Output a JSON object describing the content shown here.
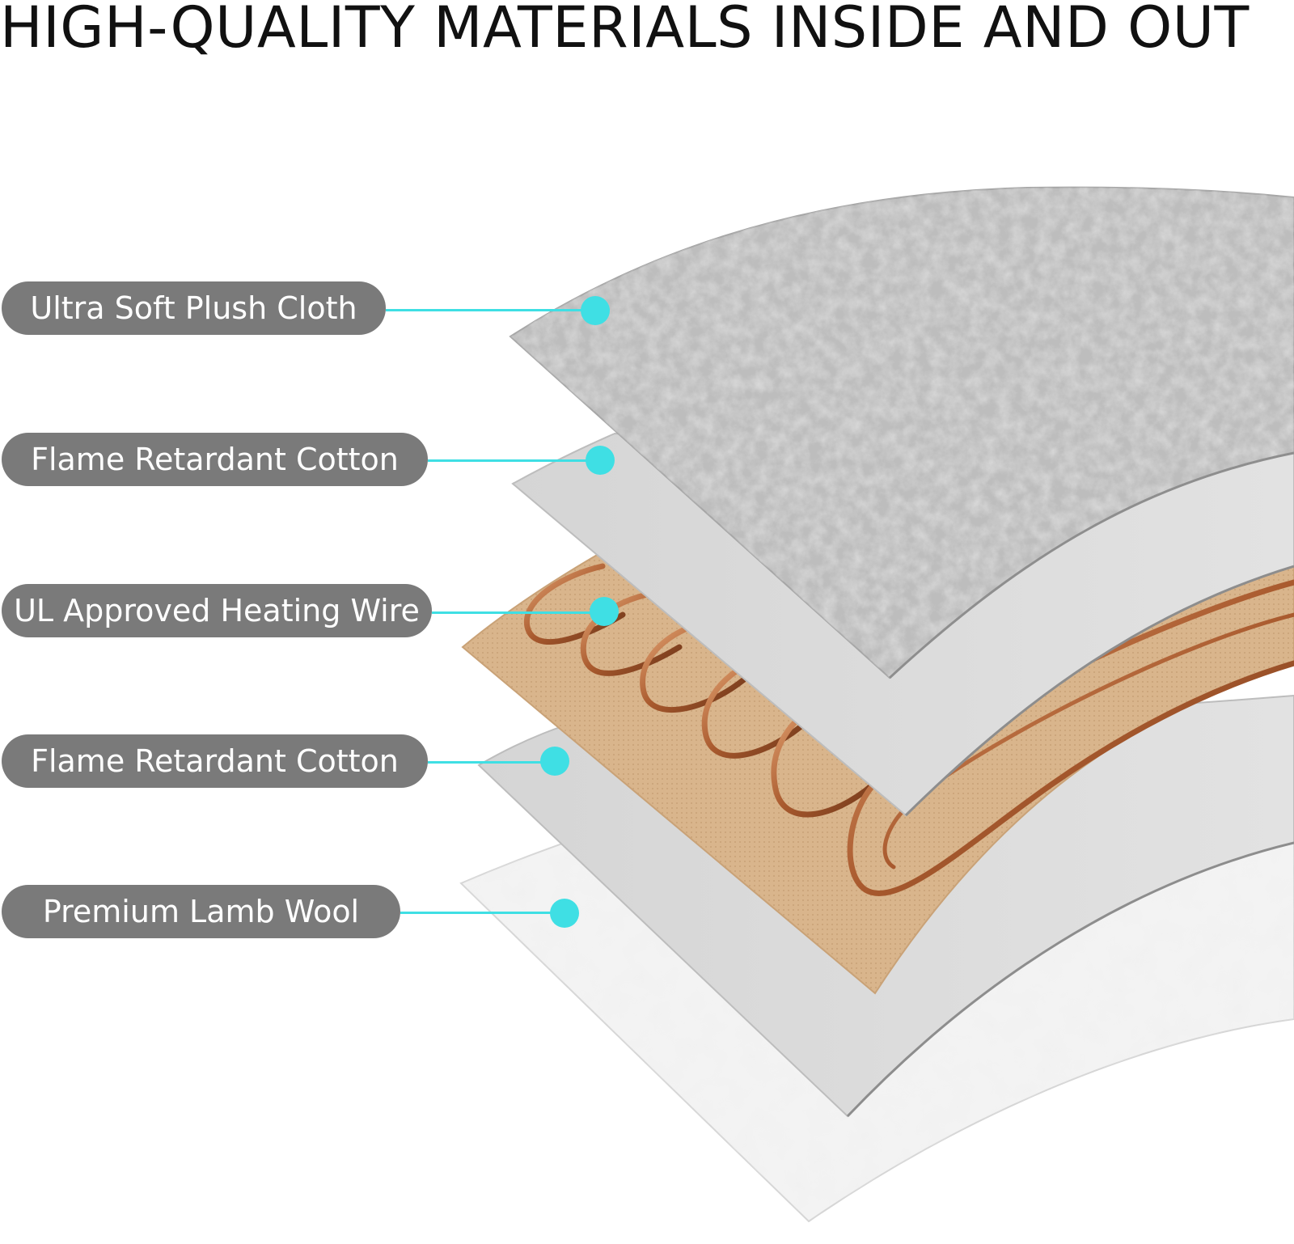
{
  "title": "HIGH-QUALITY MATERIALS INSIDE AND OUT",
  "layers": [
    {
      "label": "Ultra Soft Plush Cloth"
    },
    {
      "label": "Flame Retardant Cotton"
    },
    {
      "label": "UL Approved Heating Wire"
    },
    {
      "label": "Flame Retardant Cotton"
    },
    {
      "label": "Premium Lamb Wool"
    }
  ],
  "colors": {
    "label_background": "#7a7a7a",
    "label_text": "#ffffff",
    "connector": "#3fdfe4",
    "plush": "#bdbdbd",
    "cotton": "#d8d8d8",
    "heating_base": "#d9b58c",
    "heating_wire": "#b86b3e",
    "wool": "#f4f4f4"
  }
}
